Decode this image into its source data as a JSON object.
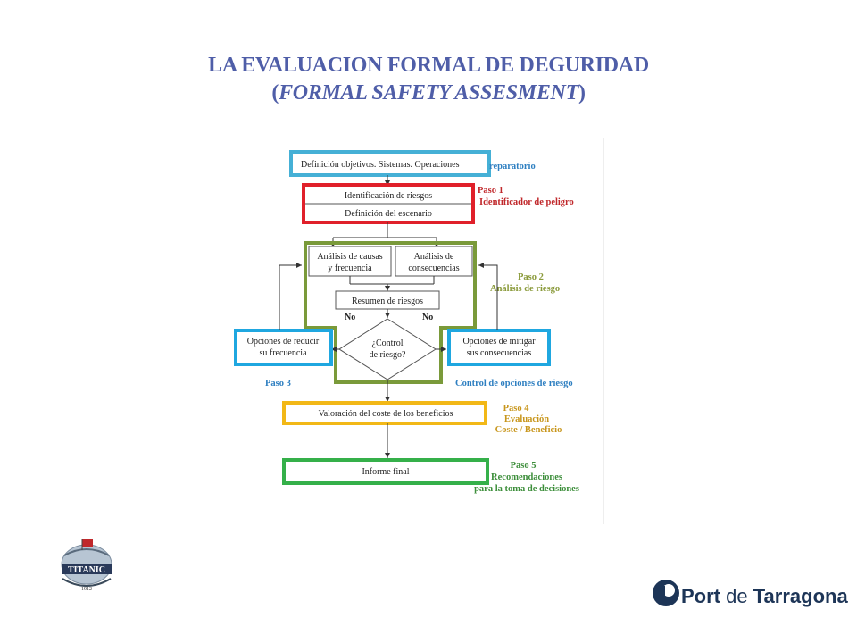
{
  "title": {
    "line1": "LA EVALUACION FORMAL DE DEGURIDAD",
    "line2_prefix": "(",
    "line2_italic": "FORMAL SAFETY ASSESMENT",
    "line2_suffix": ")"
  },
  "diagram": {
    "box_definition": "Definición objetivos. Sistemas. Operaciones",
    "label_preparatorio": "reparatorio",
    "box_identificacion": "Identificación de riesgos",
    "box_escenario": "Definición del escenario",
    "paso1_line1": "Paso 1",
    "paso1_line2": "Identificador de peligro",
    "box_causas_line1": "Análisis de causas",
    "box_causas_line2": "y frecuencia",
    "box_consecuencias_line1": "Análisis de",
    "box_consecuencias_line2": "consecuencias",
    "paso2_line1": "Paso 2",
    "paso2_line2": "Análisis de riesgo",
    "box_resumen": "Resumen de riesgos",
    "no_left": "No",
    "no_right": "No",
    "decision_line1": "¿Control",
    "decision_line2": "de riesgo?",
    "box_reducir_line1": "Opciones de reducir",
    "box_reducir_line2": "su frecuencia",
    "box_mitigar_line1": "Opciones de mitigar",
    "box_mitigar_line2": "sus consecuencias",
    "paso3": "Paso 3",
    "control_opciones": "Control de opciones de riesgo",
    "box_valoracion": "Valoración del coste de los beneficios",
    "paso4_line1": "Paso 4",
    "paso4_line2": "Evaluación",
    "paso4_line3": "Coste / Beneficio",
    "box_informe": "Informe final",
    "paso5_line1": "Paso 5",
    "paso5_line2": "Recomendaciones",
    "paso5_line3": "para la toma de decisiones"
  },
  "logos": {
    "left_word": "TITANIC",
    "left_year": "1912",
    "right_bold": "Port",
    "right_mid": "de",
    "right_end": "Tarragona"
  },
  "colors": {
    "title": "#4f5ea8",
    "cyan_box": "#45b0d6",
    "red_box": "#e0202a",
    "olive_box": "#7a9a3a",
    "blue_box": "#1fa7e0",
    "gold_box": "#f2b817",
    "green_box": "#35b04a",
    "port_navy": "#1d3557"
  }
}
